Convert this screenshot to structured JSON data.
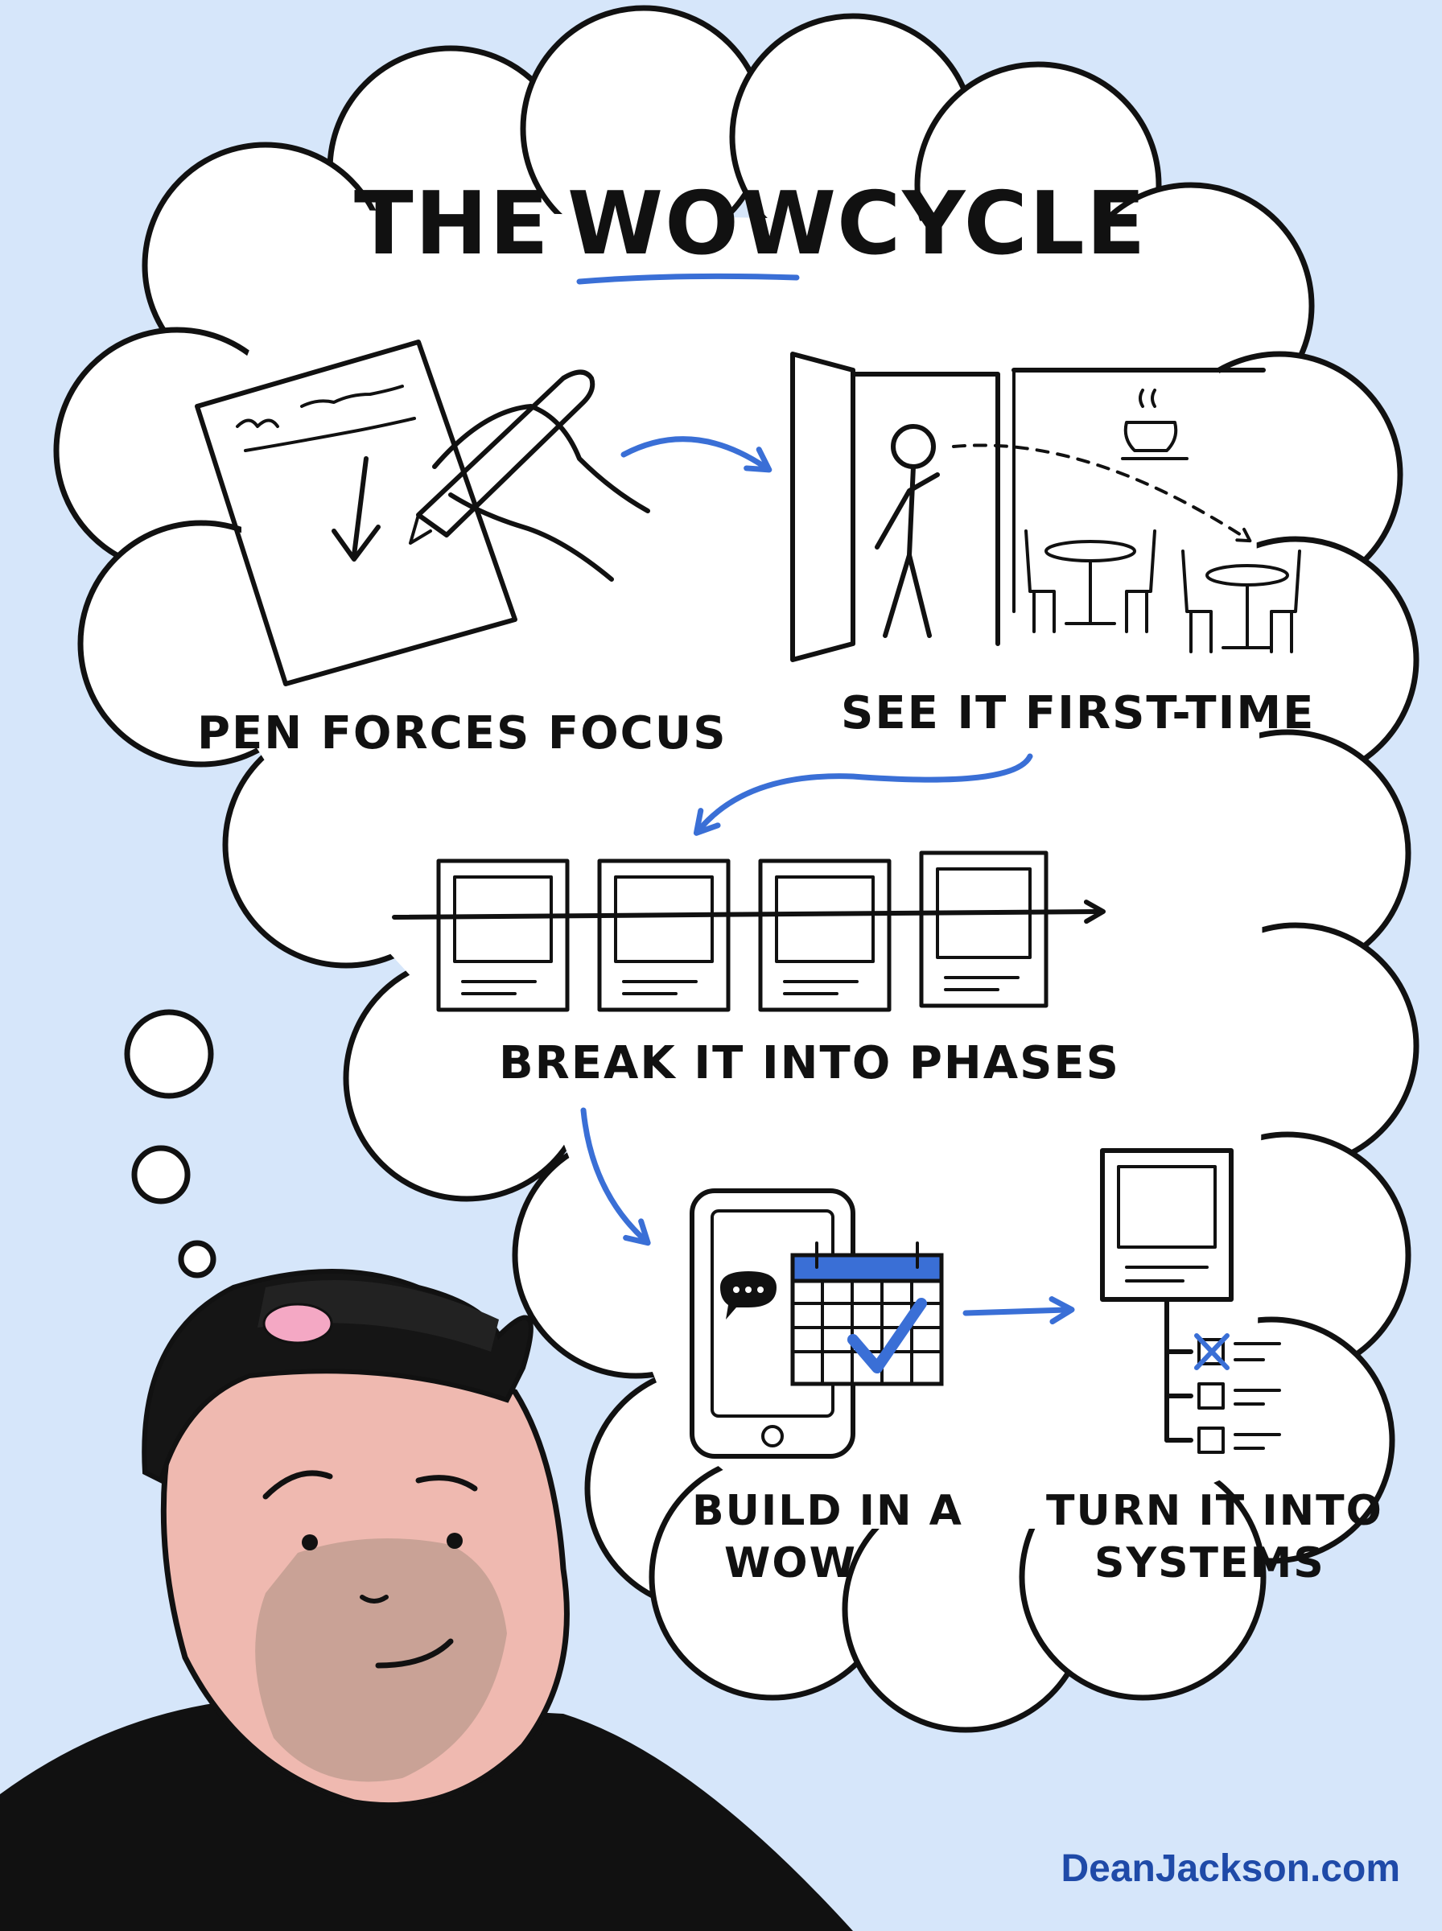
{
  "title": {
    "prefix": "THE",
    "highlight": "WOW",
    "suffix": "CYCLE"
  },
  "steps": [
    {
      "label": "PEN FORCES FOCUS"
    },
    {
      "label": "SEE IT FIRST-TIME"
    },
    {
      "label": "BREAK IT INTO PHASES"
    },
    {
      "label_lines": [
        "BUILD IN A",
        "WOW"
      ]
    },
    {
      "label_lines": [
        "TURN IT INTO",
        "SYSTEMS"
      ]
    }
  ],
  "credit": "DeanJackson.com",
  "colors": {
    "background": "#d6e6fa",
    "accent": "#3a6fd6",
    "ink": "#111111",
    "cloud": "#ffffff"
  }
}
